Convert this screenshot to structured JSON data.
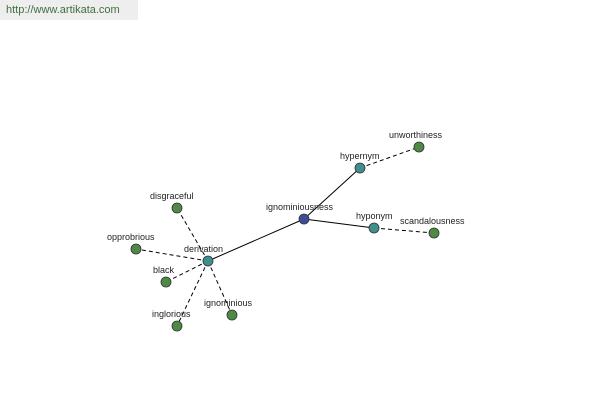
{
  "watermark": {
    "url": "http://www.artikata.com"
  },
  "colors": {
    "center": "#3a4e9c",
    "relation": "#3f8f8c",
    "leaf": "#4f8a45"
  },
  "graph": {
    "nodes": [
      {
        "id": "ignominiousness",
        "label": "ignominiousness",
        "kind": "center"
      },
      {
        "id": "derivation",
        "label": "derivation",
        "kind": "relation"
      },
      {
        "id": "hypernym",
        "label": "hypernym",
        "kind": "relation"
      },
      {
        "id": "hyponym",
        "label": "hyponym",
        "kind": "relation"
      },
      {
        "id": "unworthiness",
        "label": "unworthiness",
        "kind": "leaf"
      },
      {
        "id": "scandalousness",
        "label": "scandalousness",
        "kind": "leaf"
      },
      {
        "id": "disgraceful",
        "label": "disgraceful",
        "kind": "leaf"
      },
      {
        "id": "opprobrious",
        "label": "opprobrious",
        "kind": "leaf"
      },
      {
        "id": "black",
        "label": "black",
        "kind": "leaf"
      },
      {
        "id": "inglorious",
        "label": "inglorious",
        "kind": "leaf"
      },
      {
        "id": "ignominious",
        "label": "ignominious",
        "kind": "leaf"
      }
    ],
    "edges": [
      {
        "from": "ignominiousness",
        "to": "derivation",
        "style": "solid"
      },
      {
        "from": "ignominiousness",
        "to": "hypernym",
        "style": "solid"
      },
      {
        "from": "ignominiousness",
        "to": "hyponym",
        "style": "solid"
      },
      {
        "from": "hypernym",
        "to": "unworthiness",
        "style": "dashed"
      },
      {
        "from": "hyponym",
        "to": "scandalousness",
        "style": "dashed"
      },
      {
        "from": "derivation",
        "to": "disgraceful",
        "style": "dashed"
      },
      {
        "from": "derivation",
        "to": "opprobrious",
        "style": "dashed"
      },
      {
        "from": "derivation",
        "to": "black",
        "style": "dashed"
      },
      {
        "from": "derivation",
        "to": "inglorious",
        "style": "dashed"
      },
      {
        "from": "derivation",
        "to": "ignominious",
        "style": "dashed"
      }
    ]
  }
}
